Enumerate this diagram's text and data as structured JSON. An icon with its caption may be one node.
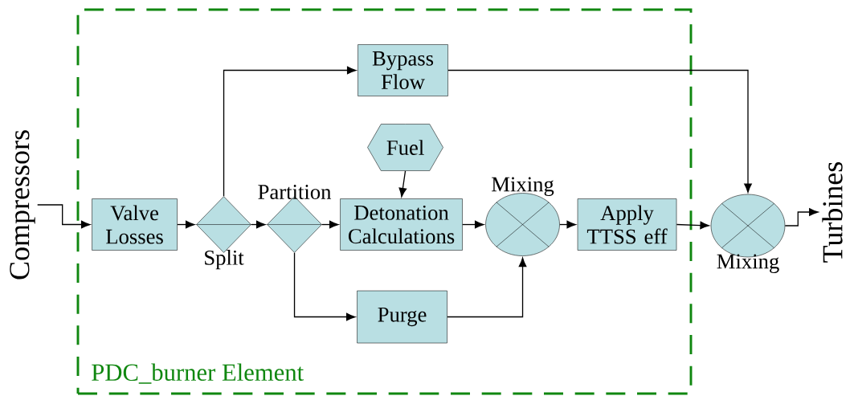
{
  "diagram": {
    "nodes": [
      {
        "text": [
          "PDC_burner Element"
        ]
      },
      {
        "text": [
          "Compressors"
        ]
      },
      {
        "text": [
          "Valve Losses"
        ],
        "in": 0
      },
      {
        "text": [],
        "shape": "diamond",
        "beside": [
          "Split"
        ],
        "in": 0
      },
      {
        "text": [],
        "shape": "diamond",
        "beside": [
          "Partition"
        ],
        "in": 0
      },
      {
        "text": [
          "Bypass Flow"
        ],
        "in": 0
      },
      {
        "text": [
          "Fuel"
        ],
        "in": 0
      },
      {
        "text": [
          "Detonation Calculations"
        ],
        "in": 0
      },
      {
        "text": [],
        "shape": "circle",
        "beside": [
          "Mixing"
        ],
        "in": 0
      },
      {
        "text": [
          "Purge"
        ],
        "in": 0
      },
      {
        "text": [
          "Apply TTSS eff"
        ],
        "in": 0
      },
      {
        "text": [],
        "shape": "circle",
        "beside": [
          "Mixing"
        ]
      },
      {
        "text": [
          "Turbines"
        ]
      }
    ],
    "edges": [
      {
        "from": 1,
        "to": 2,
        "arrow": "to"
      },
      {
        "from": 2,
        "to": 3,
        "arrow": "to"
      },
      {
        "from": 3,
        "to": 4,
        "arrow": "to"
      },
      {
        "from": 3,
        "to": 5,
        "arrow": "to"
      },
      {
        "from": 4,
        "to": 7,
        "arrow": "to"
      },
      {
        "from": 4,
        "to": 9,
        "arrow": "to"
      },
      {
        "from": 6,
        "to": 7,
        "arrow": "to"
      },
      {
        "from": 7,
        "to": 8,
        "arrow": "to"
      },
      {
        "from": 9,
        "to": 8,
        "arrow": "to"
      },
      {
        "from": 8,
        "to": 10,
        "arrow": "to"
      },
      {
        "from": 10,
        "to": 11,
        "arrow": "to"
      },
      {
        "from": 5,
        "to": 11,
        "arrow": "to"
      },
      {
        "from": 11,
        "to": 12,
        "arrow": "to"
      }
    ]
  }
}
